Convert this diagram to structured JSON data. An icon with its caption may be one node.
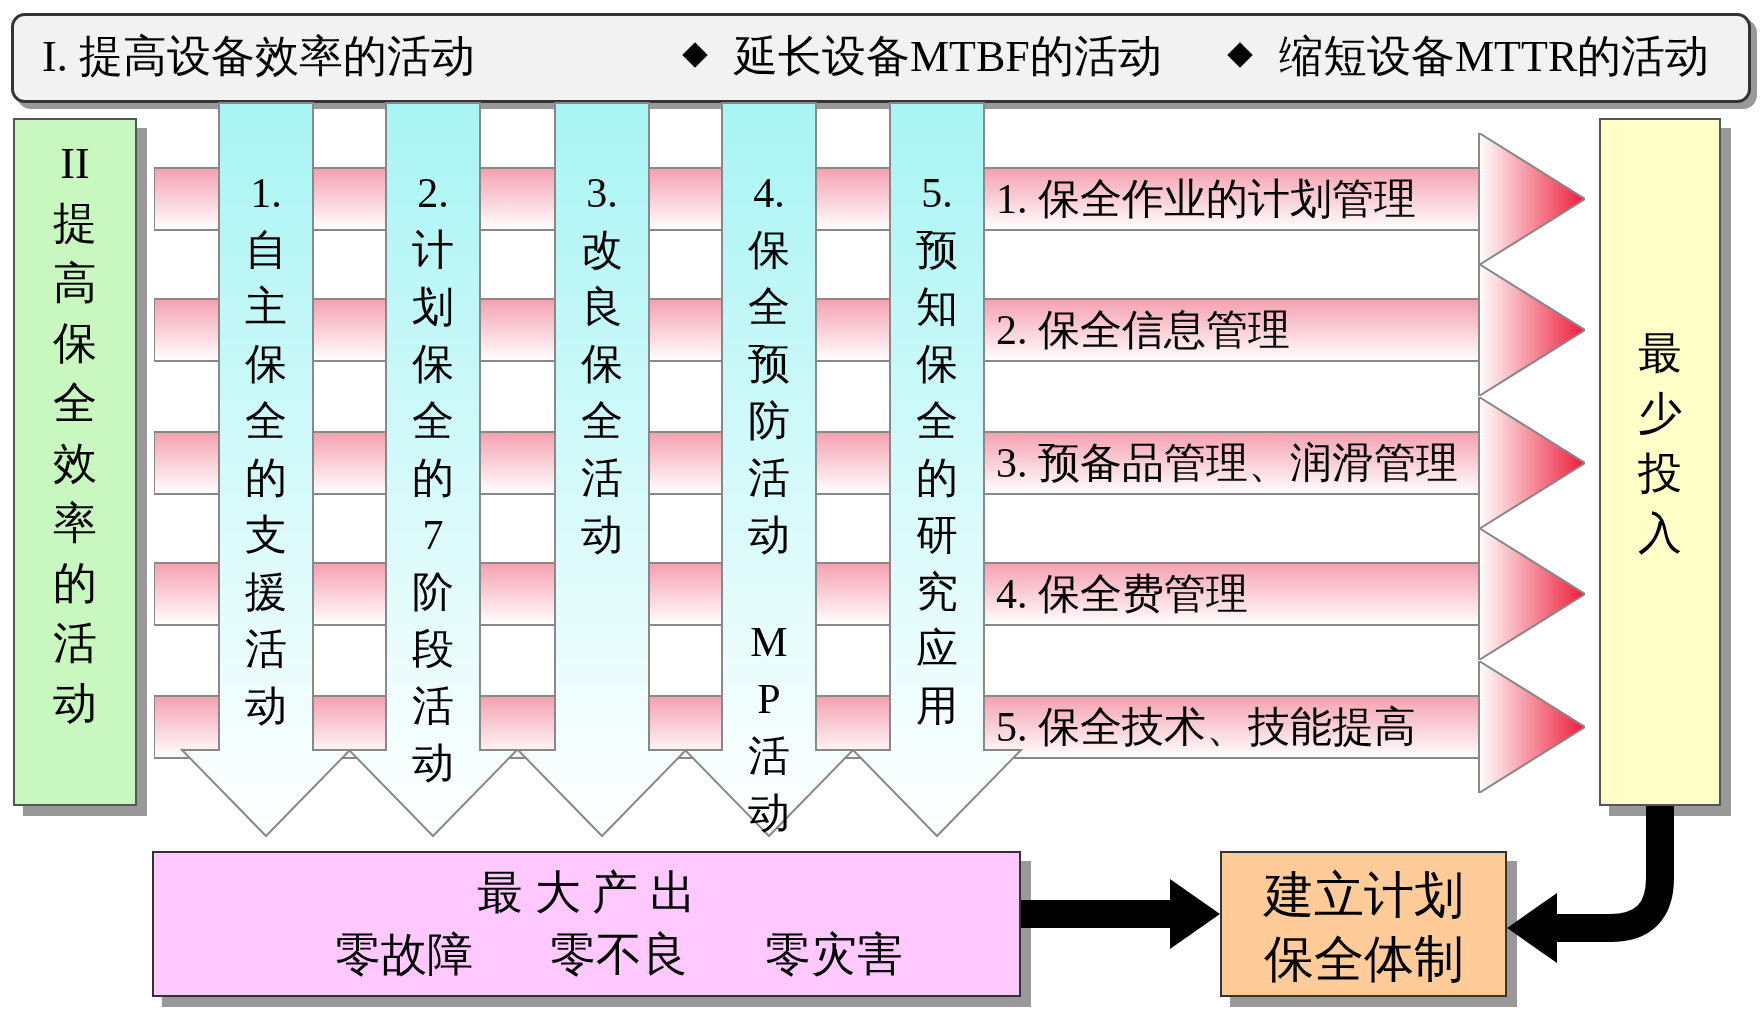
{
  "diagram": {
    "nodes": [
      {
        "text": [
          "I. 提高设备效率的活动",
          "延长设备MTBF的活动",
          "缩短设备MTTR的活动"
        ]
      },
      {
        "text": [
          "II 提高保全效率的活动"
        ]
      },
      {
        "text": [
          "1. 自主保全的支援活动"
        ]
      },
      {
        "text": [
          "2. 计划保全的7阶段活动"
        ]
      },
      {
        "text": [
          "3. 改良保全活动"
        ]
      },
      {
        "text": [
          "4. 保全预防活动",
          "MP活动"
        ]
      },
      {
        "text": [
          "5. 预知保全的研究应用"
        ]
      },
      {
        "text": [
          "1. 保全作业的计划管理"
        ]
      },
      {
        "text": [
          "2. 保全信息管理"
        ]
      },
      {
        "text": [
          "3. 预备品管理、润滑管理"
        ]
      },
      {
        "text": [
          "4. 保全费管理"
        ]
      },
      {
        "text": [
          "5. 保全技术、技能提高"
        ]
      },
      {
        "text": [
          "最少投入"
        ]
      },
      {
        "text": [
          "最 大 产 出",
          "零故障",
          "零不良",
          "零灾害"
        ]
      },
      {
        "text": [
          "建立计划保全体制"
        ]
      }
    ],
    "edges": [
      {
        "from": 13,
        "to": 14,
        "arrow": "to"
      },
      {
        "from": 12,
        "to": 14,
        "arrow": "to"
      }
    ]
  }
}
